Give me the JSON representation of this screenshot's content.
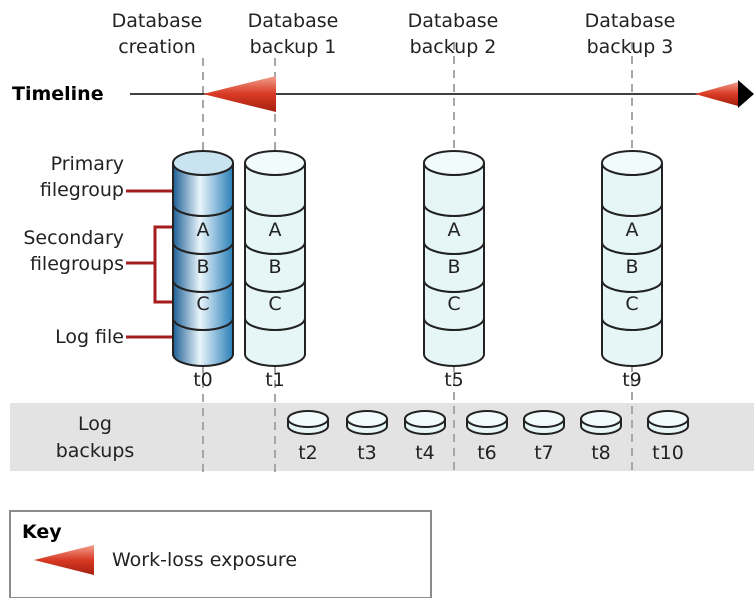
{
  "milestones": [
    {
      "line1": "Database",
      "line2": "creation"
    },
    {
      "line1": "Database",
      "line2": "backup 1"
    },
    {
      "line1": "Database",
      "line2": "backup 2"
    },
    {
      "line1": "Database",
      "line2": "backup 3"
    }
  ],
  "timeline": {
    "label": "Timeline"
  },
  "callouts": {
    "primary_line1": "Primary",
    "primary_line2": "filegroup",
    "secondary_line1": "Secondary",
    "secondary_line2": "filegroups",
    "log_file": "Log file"
  },
  "filegroups": [
    "A",
    "B",
    "C"
  ],
  "cylinder_times": [
    "t0",
    "t1",
    "t5",
    "t9"
  ],
  "log_backups": {
    "label_line1": "Log",
    "label_line2": "backups",
    "times": [
      "t2",
      "t3",
      "t4",
      "t6",
      "t7",
      "t8",
      "t10"
    ]
  },
  "key": {
    "title": "Key",
    "item": "Work-loss exposure"
  },
  "colors": {
    "primary_filegroup": "#2a7fb8",
    "cylinder_fill": "#e6f6f6",
    "exposure_arrow": "#d93a24",
    "callout_line": "#a51c1c",
    "band": "#e3e3e3",
    "dashed_guide": "#a6a6a6"
  }
}
